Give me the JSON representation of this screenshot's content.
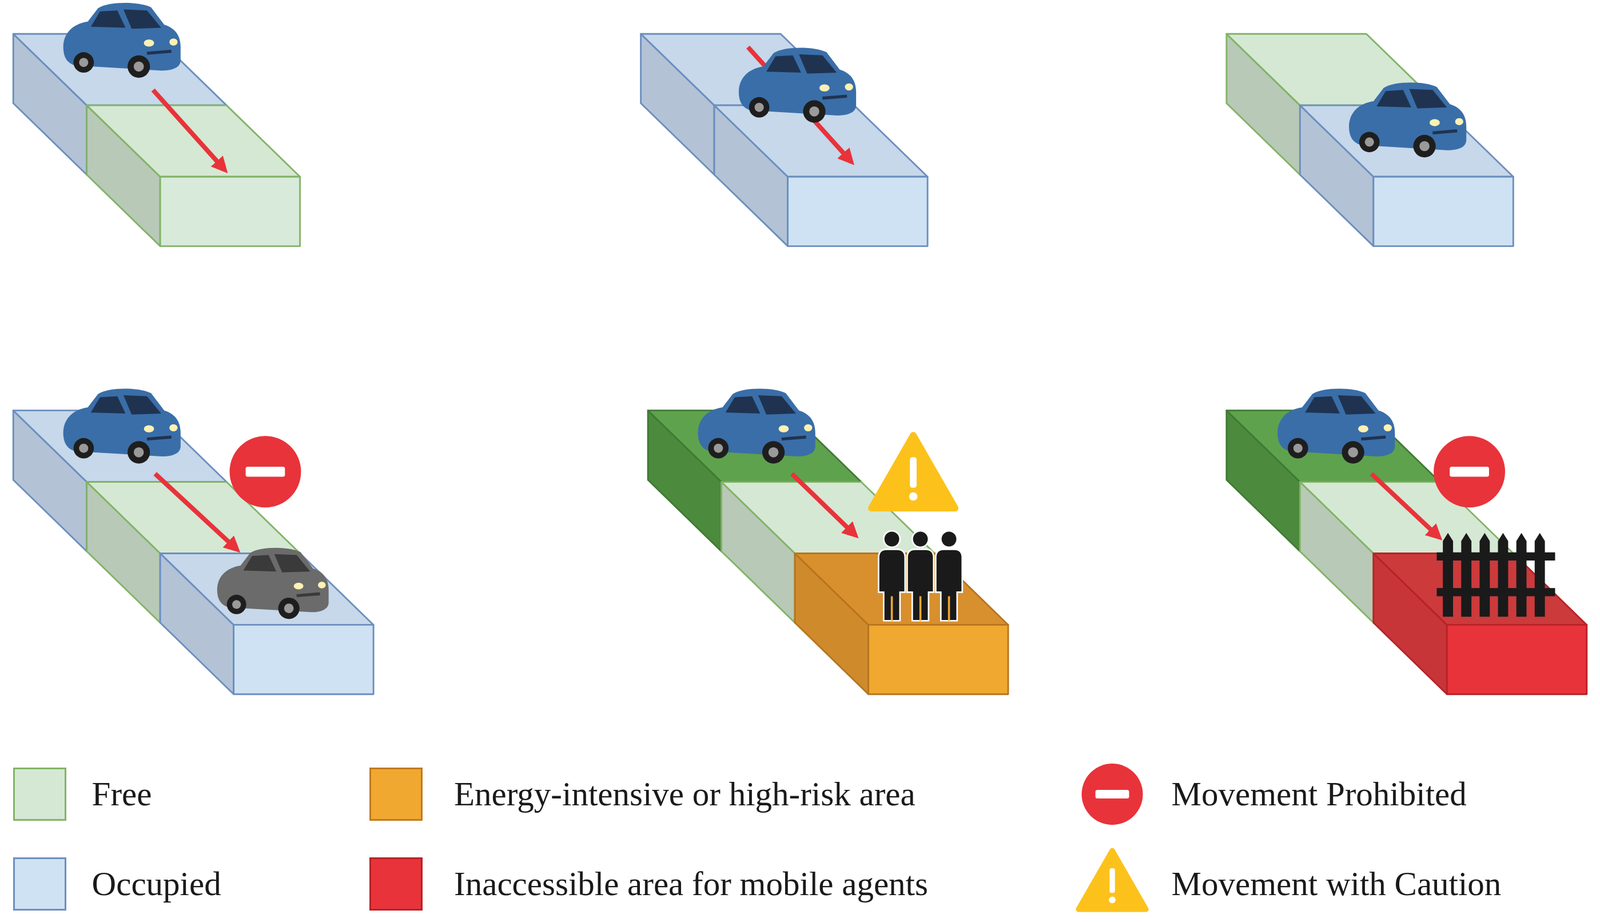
{
  "diagram": {
    "legend": [
      {
        "text": "Free",
        "color": "#d5e8d4"
      },
      {
        "text": "Occupied",
        "color": "#cfe2f3"
      },
      {
        "text": "Energy-intensive or high-risk area",
        "color": "#f0a830"
      },
      {
        "text": "Inaccessible area for mobile agents",
        "color": "#e8333a"
      },
      {
        "text": "Movement Prohibited"
      },
      {
        "text": "Movement with Caution"
      }
    ]
  }
}
